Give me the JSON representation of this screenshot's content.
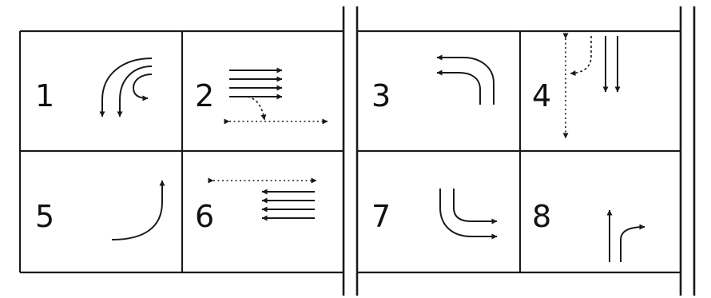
{
  "colors": {
    "line": "#1a1a1a",
    "text": "#111111",
    "background": "#ffffff"
  },
  "phases": [
    {
      "number": "1",
      "icon": "left-turn-arrows-icon"
    },
    {
      "number": "2",
      "icon": "through-arrows-with-pedestrian-crossing-icon"
    },
    {
      "number": "3",
      "icon": "left-turn-arrows-icon"
    },
    {
      "number": "4",
      "icon": "southbound-through-with-pedestrian-crossing-icon"
    },
    {
      "number": "5",
      "icon": "right-turn-arrow-icon"
    },
    {
      "number": "6",
      "icon": "westbound-through-with-pedestrian-crossing-icon"
    },
    {
      "number": "7",
      "icon": "right-turn-arrows-icon"
    },
    {
      "number": "8",
      "icon": "northbound-through-and-right-turn-icon"
    }
  ]
}
